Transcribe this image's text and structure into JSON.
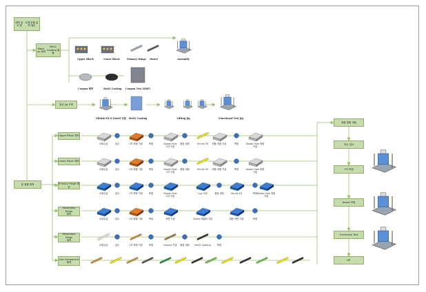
{
  "left_column": {
    "top_box": [
      "제작 공사 및",
      "소재 부품 입력 생산"
    ],
    "mockup_box": [
      "Mock-up 제작",
      "MoS2 Coating 결합"
    ],
    "fixture_box": "검사 Jig 구축",
    "main_box": "본 제품 제작"
  },
  "mockup_row": {
    "parts": [
      "Upper Block",
      "Lower Block",
      "Primary Hinge",
      "Dowel",
      "Assembly"
    ],
    "coupon": [
      "Coupon 제작",
      "MoS2 Coating",
      "Coupon Test (KRF)"
    ]
  },
  "jig_row": [
    "Shrink Fit & Dowel 조립",
    "MoS2 Coating",
    "Lifting Jig",
    "Functional Test Jig"
  ],
  "process_rows": [
    {
      "label": "Upper Block 제작",
      "steps": [
        "소재수급",
        "검수",
        "1차 외형 가공",
        "측정",
        "Dowel Hole\n1차 가공",
        "청정 세정",
        "Shrink Fit",
        "최종 외형 가공",
        "측정",
        "Dowel Hole 최종\n가공"
      ]
    },
    {
      "label": "Lower Block 제작",
      "steps": [
        "소재수급",
        "검수",
        "1차 외형 가공",
        "측정",
        "Dowel Hole\n1차 가공",
        "청정 세정",
        "Shrink Fit",
        "최종 외형 가공",
        "측정",
        "Dowel Hole 최종\n가공"
      ]
    },
    {
      "label": "Primary Hinge 제작",
      "steps": [
        "소재수급",
        "검수",
        "1차 외형 가공",
        "측정",
        "Dowel Hole\n1차 가공",
        "Lug 가공",
        "청정 세정",
        "Shrink Fit",
        "측정",
        "Dowel Hole 최종\n가공"
      ]
    },
    {
      "label": "Secondary Hinge\n제작",
      "steps": [
        "소재수급",
        "검수",
        "1차 외형 가공",
        "측정",
        "곡면 가공",
        "Clamp 체결부 가공",
        "최종 곡면 가공",
        "측정"
      ]
    },
    {
      "label": "Secondary Hinge\n제작",
      "steps": [
        "소재수급",
        "검수",
        "1차 외형 가공",
        "측정",
        "Groove 가공",
        "청정 세정",
        "MoS2 Coating",
        "측정"
      ]
    },
    {
      "label": "Sub Component\n제작",
      "steps": []
    }
  ],
  "right_column": [
    "최종 청정 세정",
    "치수 검사",
    "1차 조립",
    "Dowel 조립",
    "Functional Test",
    "IAT"
  ],
  "colors": {
    "box_fill": "#c6dcac",
    "box_border": "#8fae6c",
    "arrow": "#9bbf6a",
    "node": "#3b6fb6"
  }
}
